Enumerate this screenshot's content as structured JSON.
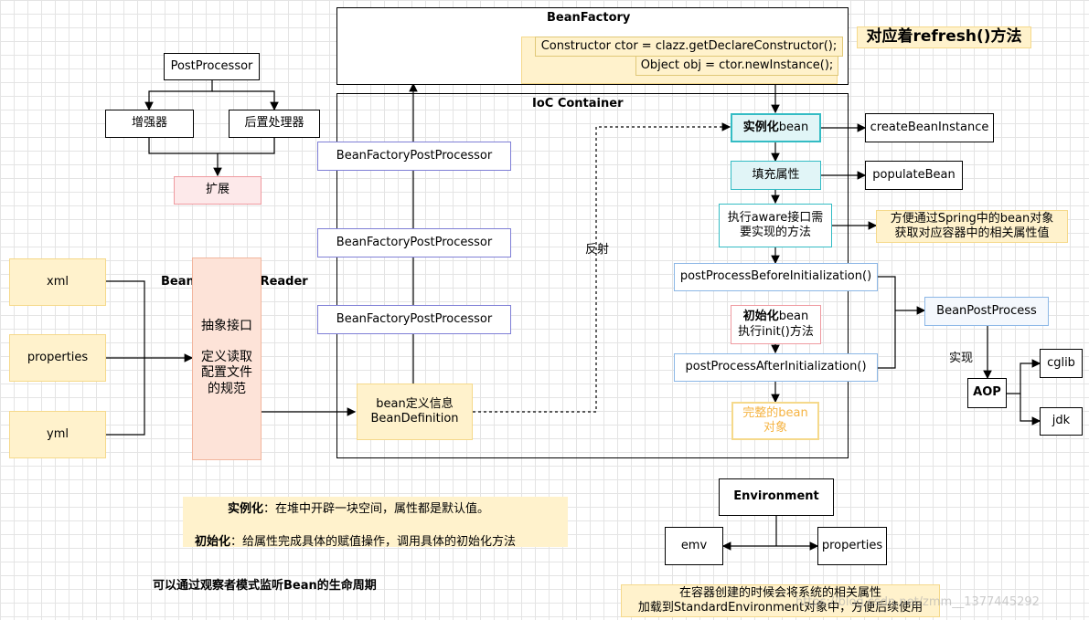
{
  "bean_factory": {
    "title": "BeanFactory",
    "code_line_1": "Constructor ctor = clazz.getDeclareConstructor();",
    "code_line_2": "Object obj = ctor.newInstance();"
  },
  "refresh_label": "对应着refresh()方法",
  "ioc": {
    "title": "IoC Container"
  },
  "post_processor": {
    "root": "PostProcessor",
    "enhancer": "增强器",
    "post_handler": "后置处理器",
    "extend": "扩展"
  },
  "bfpp": {
    "label_1": "BeanFactoryPostProcessor",
    "label_2": "BeanFactoryPostProcessor",
    "label_3": "BeanFactoryPostProcessor"
  },
  "reflection_label": "反射",
  "sources": {
    "xml": "xml",
    "properties": "properties",
    "yml": "yml"
  },
  "reader": {
    "title": "BeanDefinitionReader",
    "line_1": "抽象接口",
    "line_2": "定义读取",
    "line_3": "配置文件",
    "line_4": "的规范"
  },
  "bean_definition": {
    "line_1": "bean定义信息",
    "line_2": "BeanDefinition"
  },
  "lifecycle": {
    "instantiate_bold": "实例化",
    "instantiate_rest": "bean",
    "create_instance": "createBeanInstance",
    "populate": "填充属性",
    "populate_bean": "populateBean",
    "aware_line_1": "执行aware接口需",
    "aware_line_2": "要实现的方法",
    "aware_note_1": "方便通过Spring中的bean对象",
    "aware_note_2": "获取对应容器中的相关属性值",
    "before_init": "postProcessBeforeInitialization()",
    "init_bold": "初始化",
    "init_rest": "bean",
    "init_line_2": "执行init()方法",
    "after_init": "postProcessAfterInitialization()",
    "complete_line_1": "完整的bean",
    "complete_line_2": "对象"
  },
  "bean_post_process": "BeanPostProcess",
  "implement_label": "实现",
  "aop": "AOP",
  "cglib": "cglib",
  "jdk": "jdk",
  "notes": {
    "instantiate_term": "实例化",
    "instantiate_desc": "：在堆中开辟一块空间，属性都是默认值。",
    "init_term": "初始化",
    "init_desc": "：给属性完成具体的赋值操作，调用具体的初始化方法"
  },
  "observer_note": "可以通过观察者模式监听Bean的生命周期",
  "environment": {
    "title": "Environment",
    "emv": "emv",
    "properties": "properties",
    "note_1": "在容器创建的时候会将系统的相关属性",
    "note_2": "加载到StandardEnvironment对象中，方便后续使用"
  },
  "watermark": "https://blog.csdn.net/zmm__1377445292",
  "colors": {
    "yellow_fill": "#fff2cc",
    "purple_border": "#7f7fd6",
    "cyan_fill": "#e1f5f7",
    "blue_border": "#8cb7e6",
    "pink_fill": "#fde9ea",
    "orange_text": "#f5b342"
  }
}
